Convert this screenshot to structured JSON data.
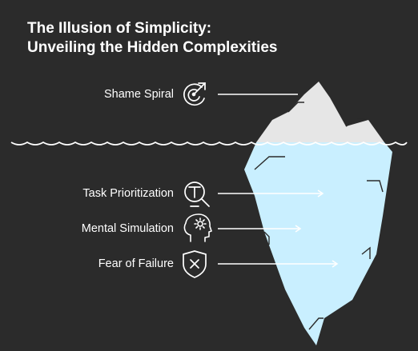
{
  "title": {
    "line1": "The Illusion of Simplicity:",
    "line2": "Unveiling the Hidden Complexities"
  },
  "items": [
    {
      "label": "Shame Spiral",
      "icon": "target-arrow-icon",
      "zone": "above-water"
    },
    {
      "label": "Task Prioritization",
      "icon": "typography-search-icon",
      "zone": "below-water"
    },
    {
      "label": "Mental Simulation",
      "icon": "head-gear-icon",
      "zone": "below-water"
    },
    {
      "label": "Fear of Failure",
      "icon": "shield-x-icon",
      "zone": "below-water"
    }
  ],
  "colors": {
    "background": "#2b2b2b",
    "tip": "#e6e6e6",
    "underwater": "#c9efff",
    "stroke": "#ffffff"
  }
}
